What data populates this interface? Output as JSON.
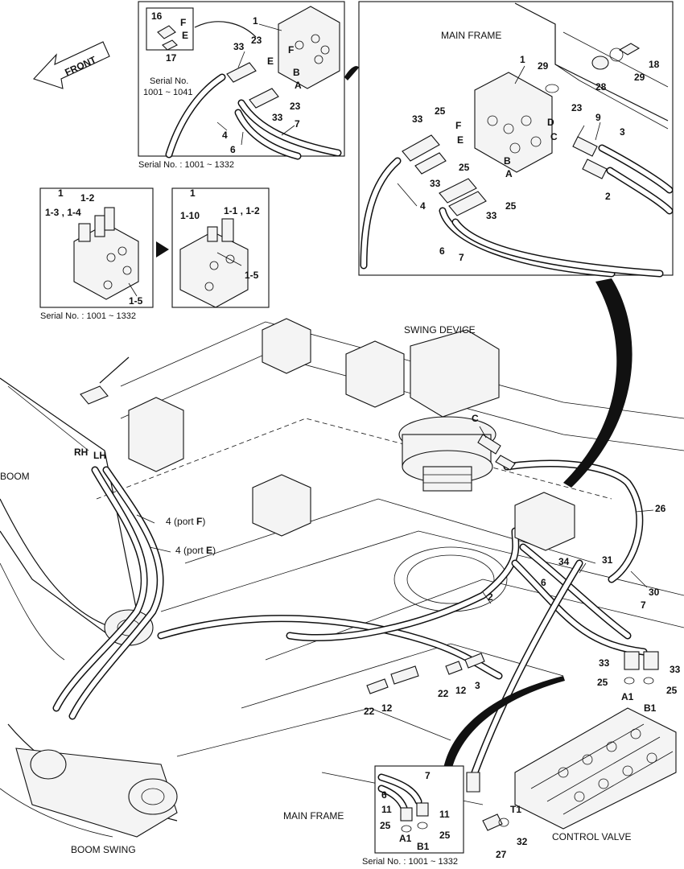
{
  "direction": {
    "front": "FRONT"
  },
  "top_inset": {
    "serial_small_1": "Serial No.",
    "serial_small_2": "1001 ~ 1041",
    "serial_bottom": "Serial No. : 1001 ~ 1332",
    "callouts": [
      "16",
      "F",
      "E",
      "17",
      "33",
      "23",
      "1",
      "E",
      "F",
      "B",
      "A",
      "23",
      "33",
      "4",
      "6",
      "7"
    ]
  },
  "main_frame_inset": {
    "title": "MAIN FRAME",
    "callouts": [
      "1",
      "29",
      "18",
      "28",
      "29",
      "25",
      "33",
      "F",
      "E",
      "D",
      "C",
      "23",
      "9",
      "3",
      "25",
      "B",
      "A",
      "33",
      "4",
      "25",
      "33",
      "2",
      "6",
      "7"
    ]
  },
  "valve_insets": {
    "serial": "Serial No. : 1001 ~ 1332",
    "left_callouts": [
      "1",
      "1-2",
      "1-3 , 1-4",
      "1-5"
    ],
    "right_callouts": [
      "1",
      "1-10",
      "1-1 , 1-2",
      "1-5"
    ]
  },
  "main_view": {
    "swing_device": "SWING DEVICE",
    "boom": "BOOM",
    "rh": "RH",
    "lh": "LH",
    "port_f_num": "4",
    "port_f_text": "(port ",
    "port_f_letter": "F",
    "port_e_num": "4",
    "port_e_text": "(port ",
    "port_e_letter": "E",
    "close": ")",
    "main_frame": "MAIN FRAME",
    "boom_swing": "BOOM SWING",
    "control_valve": "CONTROL VALVE",
    "c_port": "C",
    "callouts": [
      "26",
      "31",
      "34",
      "30",
      "6",
      "7",
      "2",
      "33",
      "33",
      "25",
      "25",
      "A1",
      "B1",
      "22",
      "12",
      "3",
      "22",
      "12",
      "T1",
      "32",
      "27"
    ]
  },
  "bottom_inset": {
    "serial": "Serial No. : 1001 ~ 1332",
    "callouts": [
      "6",
      "7",
      "11",
      "11",
      "25",
      "25",
      "A1",
      "B1"
    ]
  }
}
